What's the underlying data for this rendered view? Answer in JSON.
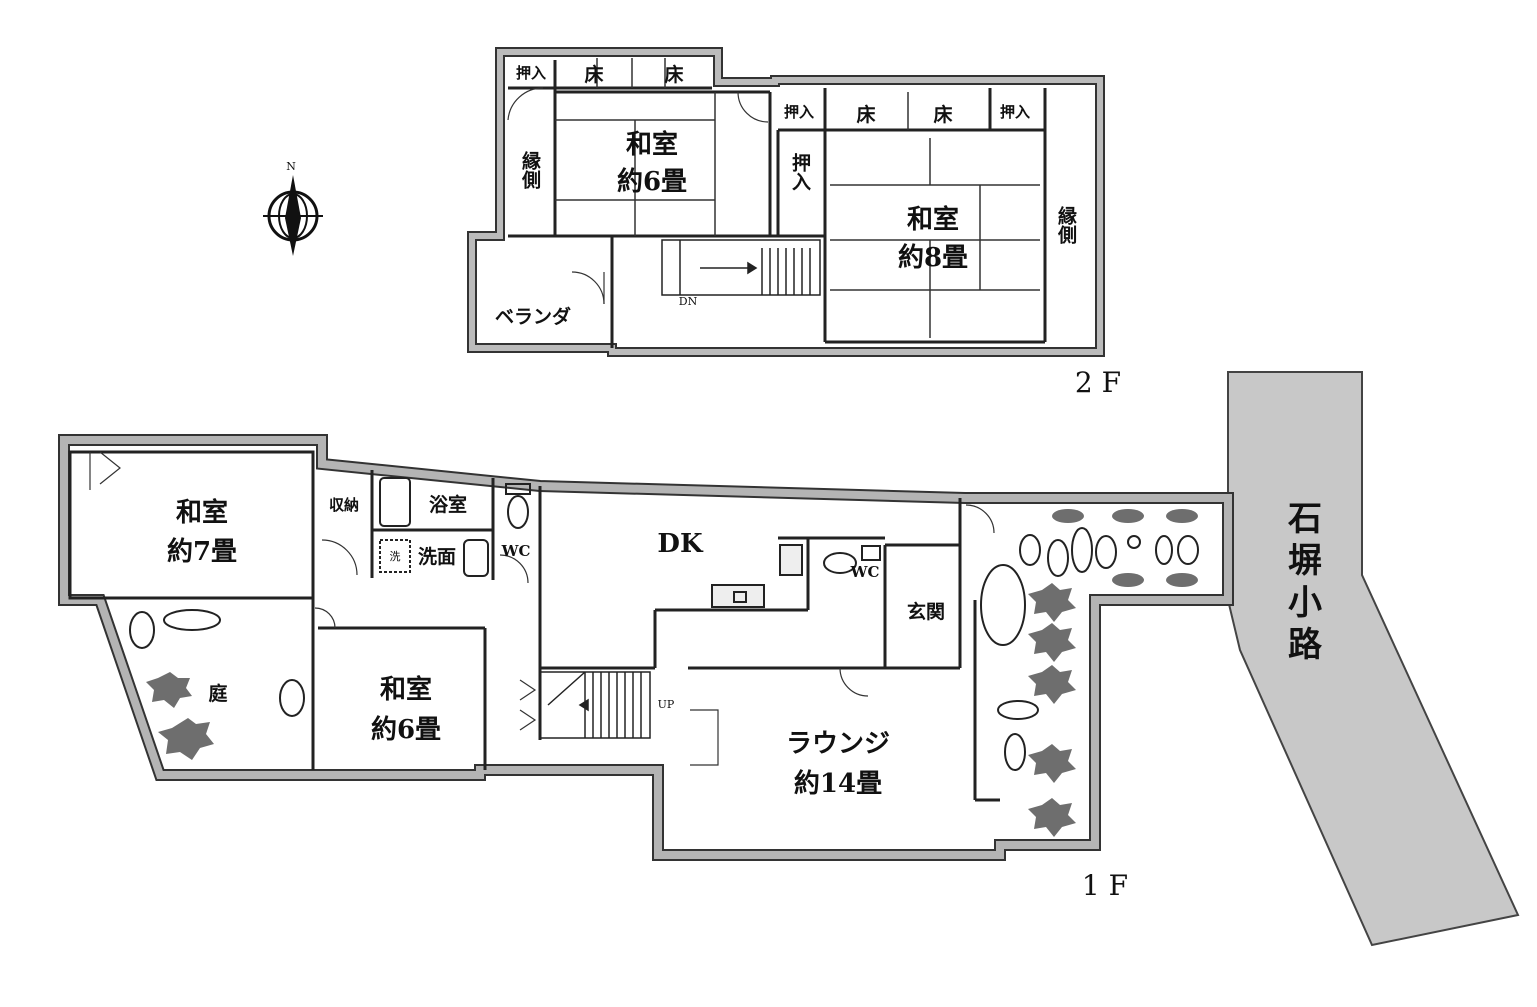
{
  "compass": {
    "north": "N"
  },
  "floor2": {
    "label": "2 F",
    "closets": [
      "押入",
      "押入",
      "押入"
    ],
    "alcoves": [
      "床",
      "床",
      "床",
      "床"
    ],
    "veranda_corridor_w": "縁側",
    "closet_mid": "押入",
    "room_a_name": "和室",
    "room_a_size": "約6畳",
    "room_b_name": "和室",
    "room_b_size": "約8畳",
    "veranda_corridor_e": "縁側",
    "balcony": "ベランダ",
    "stair_down": "DN"
  },
  "floor1": {
    "label": "1 F",
    "room_w_name": "和室",
    "room_w_size": "約7畳",
    "storage": "収納",
    "bath": "浴室",
    "washroom": "洗面",
    "washer": "洗",
    "wc_a": "WC",
    "dk": "DK",
    "wc_b": "WC",
    "entrance": "玄関",
    "garden": "庭",
    "room_s_name": "和室",
    "room_s_size": "約6畳",
    "stair_up": "UP",
    "lounge_name": "ラウンジ",
    "lounge_size": "約14畳"
  },
  "road": {
    "name": [
      "石",
      "塀",
      "小",
      "路"
    ]
  },
  "colors": {
    "wall": "#b4b4b4",
    "wall_stroke": "#333333",
    "road": "#c8c8c8",
    "plant": "#6e6e6e"
  }
}
